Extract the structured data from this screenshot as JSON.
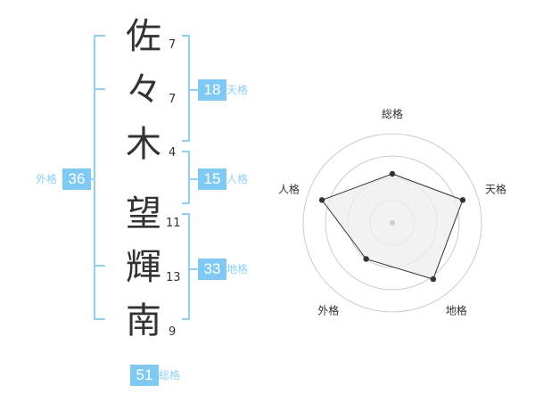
{
  "characters": [
    {
      "char": "佐",
      "strokes": "7"
    },
    {
      "char": "々",
      "strokes": "7"
    },
    {
      "char": "木",
      "strokes": "4"
    },
    {
      "char": "望",
      "strokes": "11"
    },
    {
      "char": "輝",
      "strokes": "13"
    },
    {
      "char": "南",
      "strokes": "9"
    }
  ],
  "kaku": {
    "tenkaku": {
      "value": "18",
      "label": "天格"
    },
    "jinkaku": {
      "value": "15",
      "label": "人格"
    },
    "chikaku": {
      "value": "33",
      "label": "地格"
    },
    "gaikaku": {
      "value": "36",
      "label": "外格"
    },
    "soukaku": {
      "value": "51",
      "label": "総格"
    }
  },
  "chart_data": {
    "type": "radar",
    "axes": [
      "総格",
      "天格",
      "地格",
      "外格",
      "人格"
    ],
    "values": [
      0.55,
      0.83,
      0.78,
      0.5,
      0.83
    ],
    "rings": 4,
    "max": 1,
    "colors": {
      "stroke": "#333333",
      "fill": "#eeeeee",
      "ring": "#cccccc",
      "marker": "#333333",
      "accent": "#7fc9f2"
    }
  }
}
